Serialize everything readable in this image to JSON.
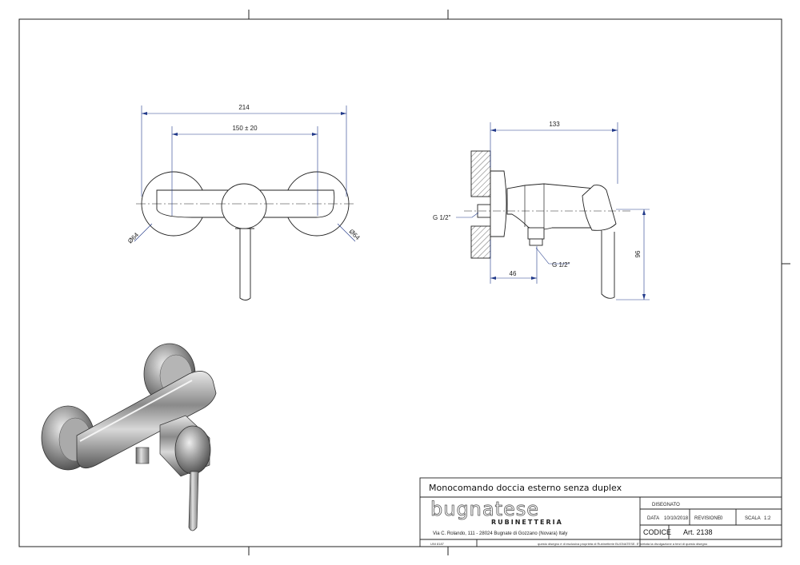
{
  "dimensions": {
    "front_total_width": "214",
    "front_center_distance": "150 ± 20",
    "front_left_diameter": "Ø64",
    "front_right_diameter": "Ø64",
    "side_depth": "133",
    "side_inlet_label": "G 1/2\"",
    "side_outlet_label": "G 1/2\"",
    "side_offset": "46",
    "side_height": "96"
  },
  "title_block": {
    "title": "Monocomando doccia esterno senza duplex",
    "brand": "bugnatese",
    "brand_sub": "RUBINETTERIA",
    "address": "Via C. Rolando, 111 - 28024 Bugnate di Gozzano (Novara) Italy",
    "drawn_label": "DISEGNATO",
    "date_label": "DATA",
    "date_value": "10/10/2018",
    "revision_label": "REVISIONE",
    "revision_value": "0",
    "scale_label": "SCALA",
    "scale_value": "1:2",
    "code_label": "CODICE",
    "code_value": "Art. 2138",
    "standard": "UNI 8187",
    "legal_note": "questo disegno è di esclusiva proprietà di Rubinetterie BUGNATESE. E' vietata la divulgazione a terzi di questo disegno"
  }
}
